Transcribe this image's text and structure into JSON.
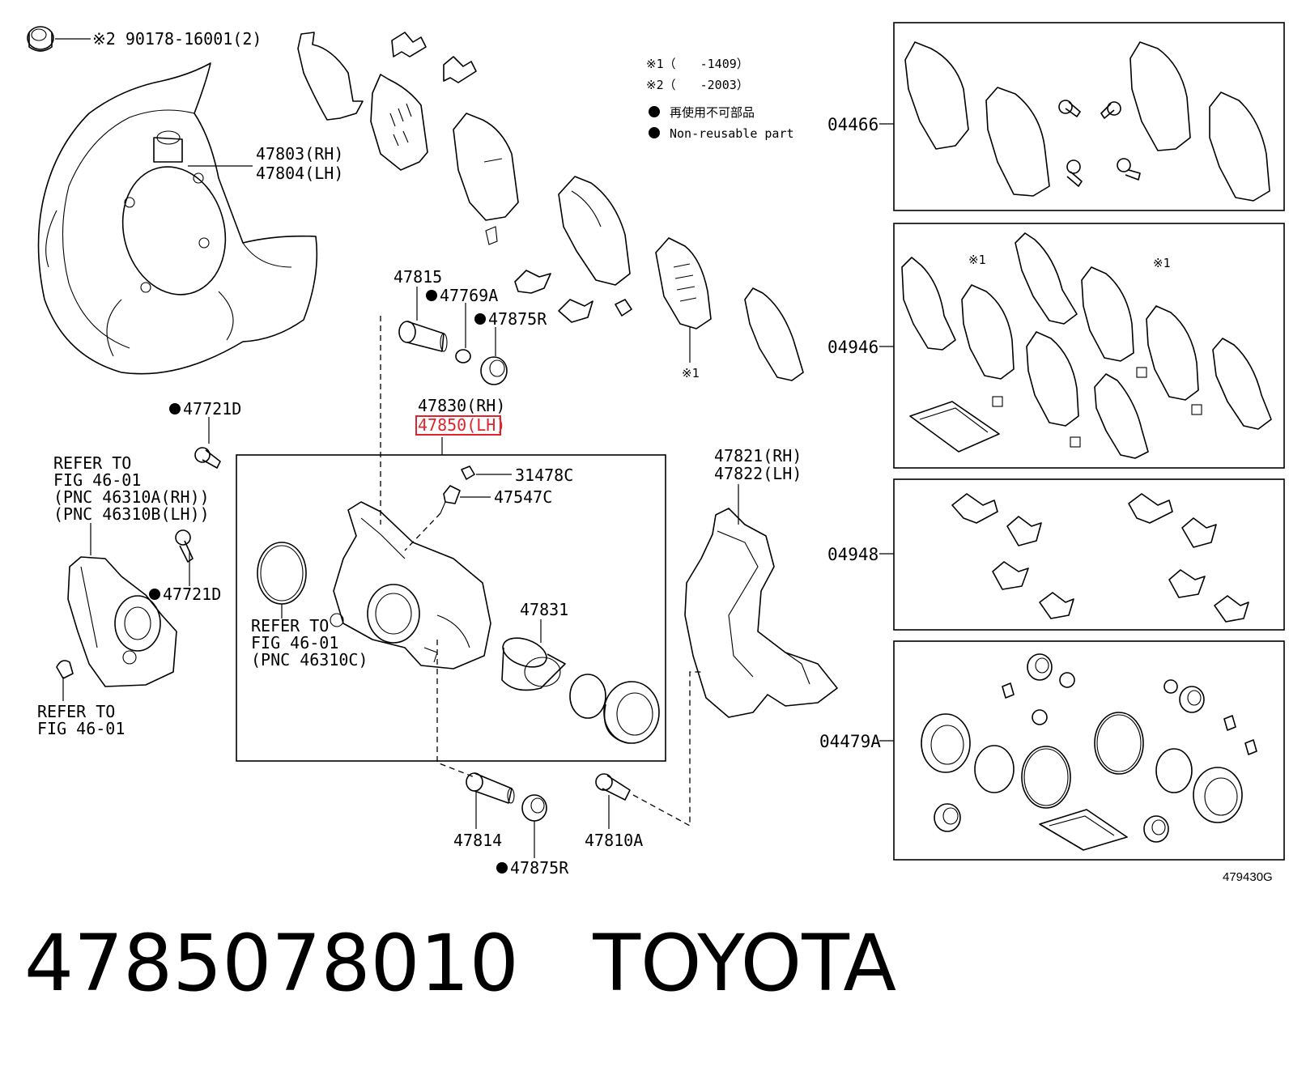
{
  "notes": {
    "note1": "※1（　　-1409）",
    "note2": "※2（　　-2003）",
    "non_reusable_jp": "再使用不可部品",
    "non_reusable_en": "Non-reusable part"
  },
  "labels": {
    "nut": "※2 90178-16001(2)",
    "shield_rh": "47803(RH)",
    "shield_lh": "47804(LH)",
    "pin_upper": "47815",
    "boot_47769a": "47769A",
    "boot_47875r_upper": "47875R",
    "bleeder_bolt": "47721D",
    "caliper_rh": "47830(RH)",
    "caliper_lh": "47850(LH)",
    "cap_31478c": "31478C",
    "bleeder_47547c": "47547C",
    "mount_rh": "47821(RH)",
    "mount_lh": "47822(LH)",
    "piston": "47831",
    "pin_lower": "47814",
    "boot_47875r_lower": "47875R",
    "bolt_47810a": "47810A",
    "bleeder_bolt_2": "47721D",
    "marker_x1": "※1",
    "refer_motor": [
      "REFER TO",
      "FIG 46-01",
      "(PNC 46310A(RH))",
      "(PNC 46310B(LH))"
    ],
    "refer_seal": [
      "REFER TO",
      "FIG 46-01",
      "(PNC 46310C)"
    ],
    "refer_bottom": [
      "REFER TO",
      "FIG 46-01"
    ]
  },
  "kits": {
    "k1": "04466",
    "k2": "04946",
    "k3": "04948",
    "k4": "04479A",
    "marker_a": "※1",
    "marker_b": "※1"
  },
  "figure_code": "479430G",
  "caption": {
    "part_number": "4785078010",
    "brand": "TOYOTA"
  },
  "colors": {
    "highlight": "#e0242b",
    "ink": "#000000"
  }
}
